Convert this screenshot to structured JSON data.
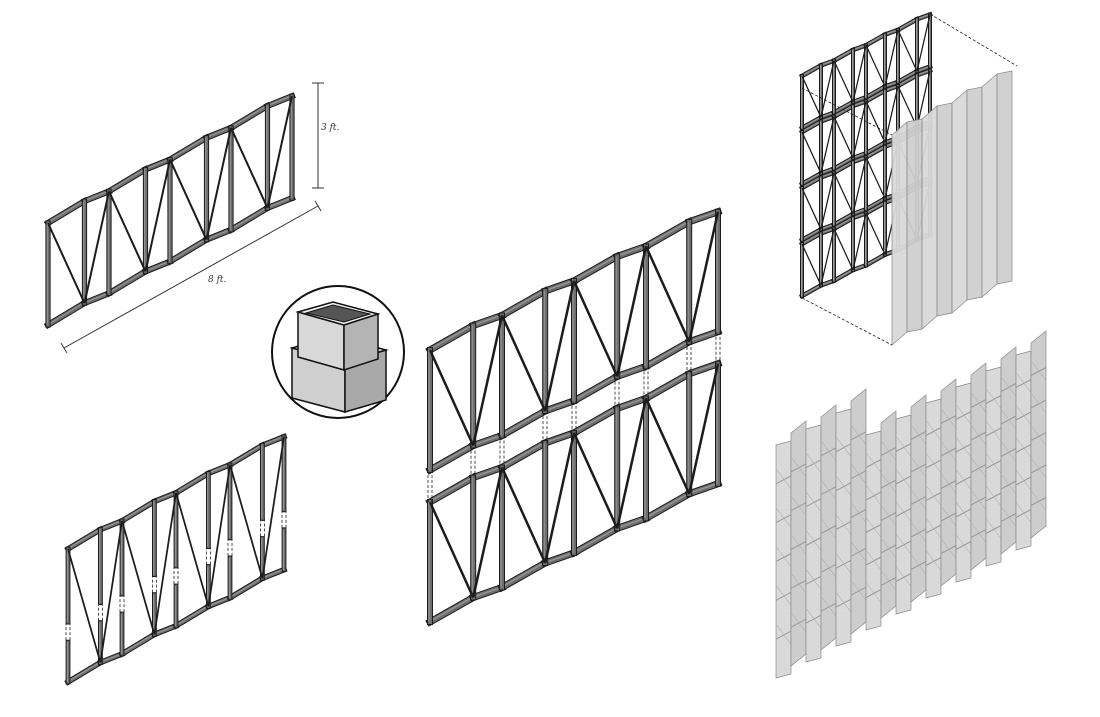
{
  "diagram": {
    "dimensions": {
      "height_label": "3 ft.",
      "length_label": "8 ft."
    },
    "colors": {
      "frame_stroke": "#1c1c1c",
      "frame_fill": "#6e6e6e",
      "frame_highlight": "#9a9a9a",
      "panel_fill": "#dcdcdc",
      "panel_stroke": "#8a8a8a",
      "dash": "#222222",
      "background": "#ffffff"
    },
    "views": [
      {
        "id": "single-frame-module",
        "modules": 4
      },
      {
        "id": "exploded-frame-module",
        "modules": 4
      },
      {
        "id": "connector-detail",
        "shape": "nested-square-tube"
      },
      {
        "id": "stacked-frame-modules",
        "modules": 4,
        "rows": 2
      },
      {
        "id": "frame-with-corrugated-panel",
        "modules": 4,
        "rows": 4
      },
      {
        "id": "clad-wall-assembly",
        "modules": 8,
        "rows": 6
      }
    ]
  }
}
